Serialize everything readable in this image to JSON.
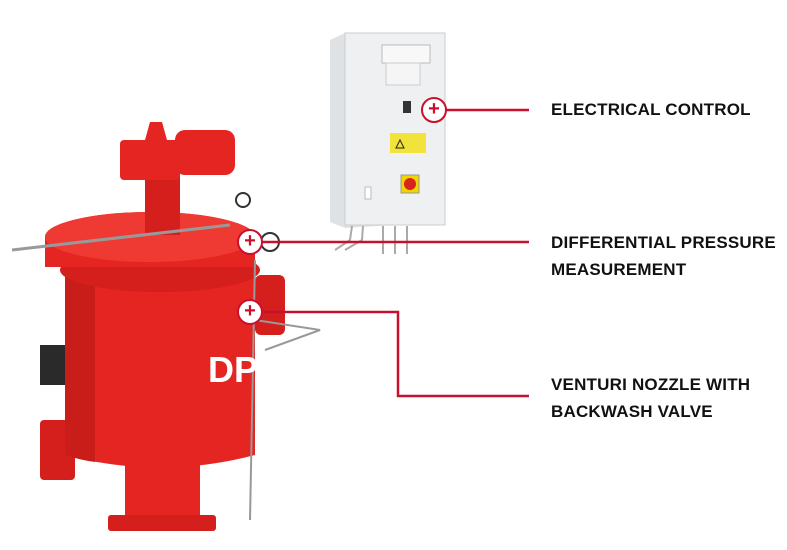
{
  "colors": {
    "accent": "#c8102e",
    "filter_red": "#e52521",
    "cabinet": "#eceeef"
  },
  "callouts": [
    {
      "icon": "plus-icon",
      "label_lines": [
        "ELECTRICAL CONTROL"
      ]
    },
    {
      "icon": "plus-icon",
      "label_lines": [
        "DIFFERENTIAL PRESSURE",
        "MEASUREMENT"
      ]
    },
    {
      "icon": "plus-icon",
      "label_lines": [
        "VENTURI NOZZLE WITH",
        "BACKWASH VALVE"
      ]
    }
  ],
  "marker_symbol": "+"
}
